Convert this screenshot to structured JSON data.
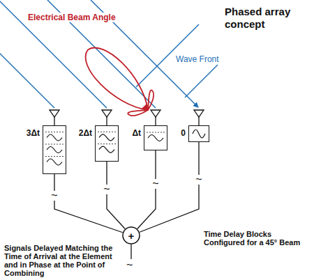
{
  "diagram": {
    "title": "Phased array concept",
    "nodes": [
      {
        "text": [
          "3Δt"
        ]
      },
      {
        "text": [
          "2Δt"
        ]
      },
      {
        "text": [
          "Δt"
        ]
      },
      {
        "text": [
          "0"
        ]
      },
      {
        "text": [
          "+"
        ]
      }
    ],
    "edges": [
      {
        "from": 0,
        "to": 4,
        "arrow": "none",
        "label": "~"
      },
      {
        "from": 1,
        "to": 4,
        "arrow": "none",
        "label": "~"
      },
      {
        "from": 2,
        "to": 4,
        "arrow": "none",
        "label": "~"
      },
      {
        "from": 3,
        "to": 4,
        "arrow": "none",
        "label": "~"
      }
    ],
    "labels": [
      "Electrical Beam Angle",
      "Wave Front",
      "Signals Delayed Matching the Time of Arrival at the Element and in Phase at the Point of Combining",
      "Time Delay Blocks Configured for a 45° Beam",
      "~"
    ]
  }
}
